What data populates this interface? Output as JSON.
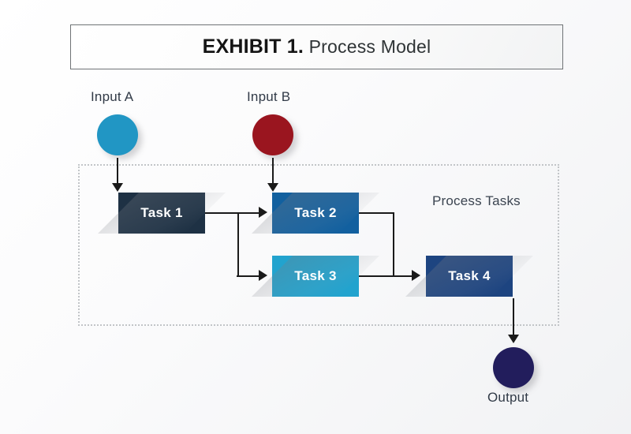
{
  "title": {
    "strong": "EXHIBIT 1.",
    "light": " Process Model"
  },
  "zone": {
    "label": "Process Tasks"
  },
  "inputs": [
    {
      "label": "Input A",
      "color": "#2196c4"
    },
    {
      "label": "Input B",
      "color": "#9a151f"
    }
  ],
  "tasks": [
    {
      "label": "Task 1",
      "color": "#1e3144"
    },
    {
      "label": "Task 2",
      "color": "#12609f"
    },
    {
      "label": "Task 3",
      "color": "#22a3ce"
    },
    {
      "label": "Task 4",
      "color": "#1d4480"
    }
  ],
  "output": {
    "label": "Output",
    "color": "#221d5c"
  },
  "colors": {
    "background_light": "#ffffff",
    "background_dark": "#f1f2f4",
    "connector": "#1a1a1a",
    "dotted_border": "#c2c5c8",
    "title_border": "#6f7376",
    "label_text": "#313a47"
  },
  "flows": [
    {
      "from": "Input A",
      "to": "Task 1"
    },
    {
      "from": "Input B",
      "to": "Task 2"
    },
    {
      "from": "Task 1",
      "to": "Task 2"
    },
    {
      "from": "Task 1",
      "to": "Task 3"
    },
    {
      "from": "Task 2",
      "to": "Task 4"
    },
    {
      "from": "Task 3",
      "to": "Task 4"
    },
    {
      "from": "Task 4",
      "to": "Output"
    }
  ]
}
